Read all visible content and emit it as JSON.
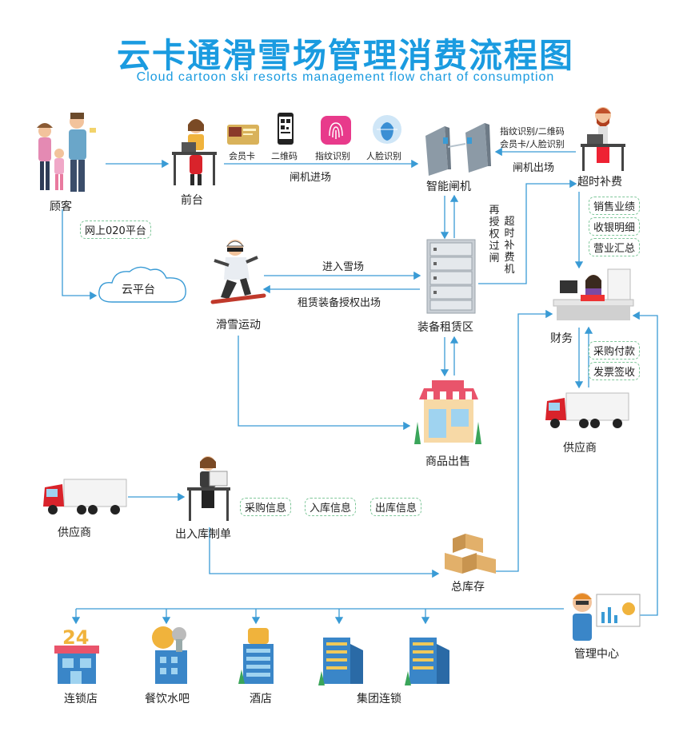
{
  "title": "云卡通滑雪场管理消费流程图",
  "subtitle": "Cloud cartoon ski resorts management flow chart of consumption",
  "nodes": {
    "customer": "顾客",
    "front_desk": "前台",
    "gate": "智能闸机",
    "overtime": "超时补费",
    "online": "网上020平台",
    "cloud": "云平台",
    "skiing": "滑雪运动",
    "rental": "装备租赁区",
    "finance": "财务",
    "shop": "商品出售",
    "supplier_top": "供应商",
    "supplier_left": "供应商",
    "inout": "出入库制单",
    "warehouse": "总库存",
    "mgmt": "管理中心",
    "chain": "连锁店",
    "food": "餐饮水吧",
    "hotel": "酒店",
    "group": "集团连锁"
  },
  "auth_methods": [
    "会员卡",
    "二维码",
    "指纹识别",
    "人脸识别"
  ],
  "edge_labels": {
    "gate_in": "闸机进场",
    "gate_out": "闸机出场",
    "gate_right_1": "指纹识别/二维码",
    "gate_right_2": "会员卡/人脸识别",
    "enter": "进入雪场",
    "rent_out": "租赁装备授权出场",
    "reauth": "再授权过闸",
    "overtime_v": "超时补费机"
  },
  "tags": {
    "overtime": [
      "销售业绩",
      "收银明细",
      "营业汇总"
    ],
    "finance": [
      "采购付款",
      "发票签收"
    ],
    "inout": [
      "采购信息",
      "入库信息",
      "出库信息"
    ]
  },
  "colors": {
    "title": "#1a9be0",
    "line": "#3a9bd5",
    "tag_border": "#7fc79a"
  }
}
